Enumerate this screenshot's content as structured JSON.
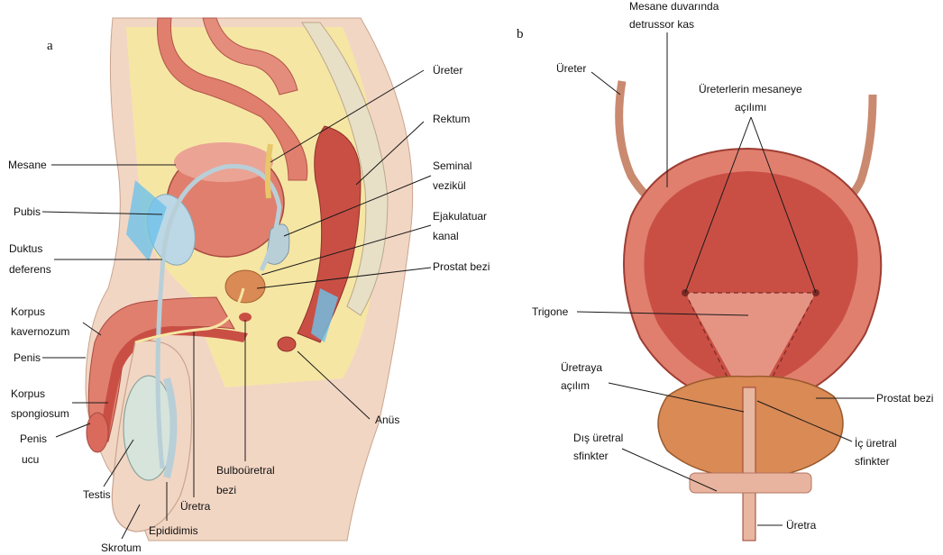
{
  "panel_a": {
    "letter": "a",
    "labels": {
      "mesane": "Mesane",
      "pubis": "Pubis",
      "duktus_1": "Duktus",
      "duktus_2": "deferens",
      "korpus_kav_1": "Korpus",
      "korpus_kav_2": "kavernozum",
      "penis": "Penis",
      "korpus_spon_1": "Korpus",
      "korpus_spon_2": "spongiosum",
      "penis_ucu_1": "Penis",
      "penis_ucu_2": "ucu",
      "testis": "Testis",
      "skrotum": "Skrotum",
      "epididimis": "Epididimis",
      "uretra": "Üretra",
      "bulbo_1": "Bulboüretral",
      "bulbo_2": "bezi",
      "anus": "Anüs",
      "ureter": "Üreter",
      "rektum": "Rektum",
      "seminal_1": "Seminal",
      "seminal_2": "vezikül",
      "ejak_1": "Ejakulatuar",
      "ejak_2": "kanal",
      "prostat": "Prostat bezi"
    }
  },
  "panel_b": {
    "letter": "b",
    "labels": {
      "detrusor_1": "Mesane duvarında",
      "detrusor_2": "detrussor kas",
      "ureter": "Üreter",
      "acilim_1": "Üreterlerin mesaneye",
      "acilim_2": "açılımı",
      "trigone": "Trigone",
      "uretraya_1": "Üretraya",
      "uretraya_2": "açılım",
      "prostat": "Prostat bezi",
      "dis_1": "Dış üretral",
      "dis_2": "sfinkter",
      "ic_1": "İç üretral",
      "ic_2": "sfinkter",
      "uretra": "Üretra"
    }
  },
  "colors": {
    "flesh": "#e8a38a",
    "muscle_red": "#c94f45",
    "muscle_light": "#e07f6e",
    "fat_yellow": "#f6e6a4",
    "bone_blue": "#bcd8e6",
    "ligament_blue": "#6ec2ea",
    "duct_blue": "#b9cfd8",
    "prostate_orange": "#d98a55",
    "skin": "#f2d6c4"
  }
}
